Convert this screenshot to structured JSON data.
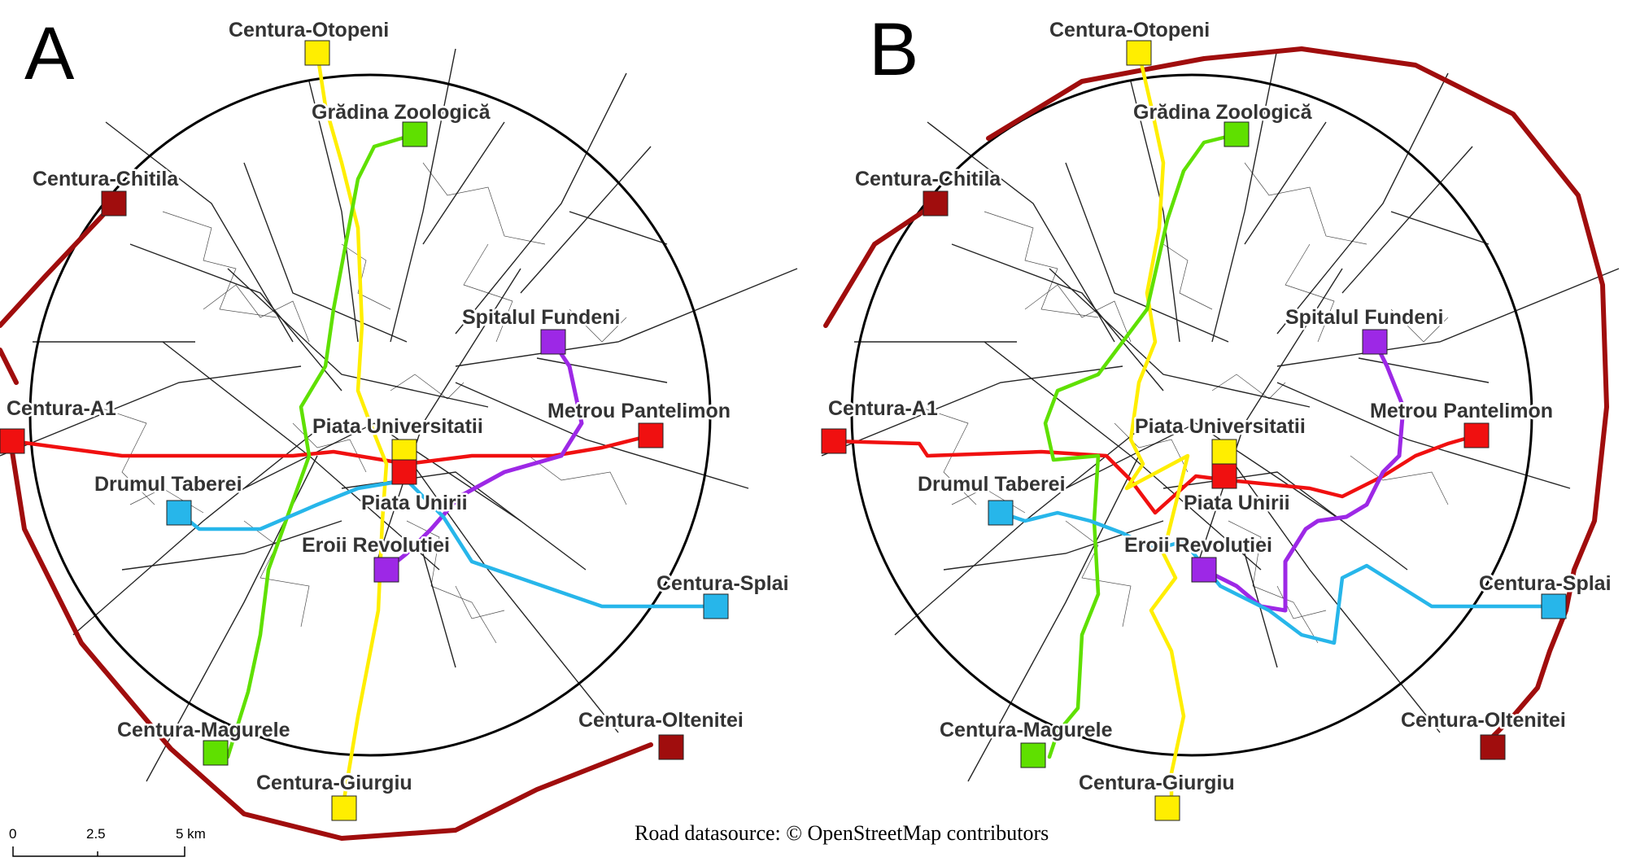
{
  "panels": [
    {
      "letter": "A"
    },
    {
      "letter": "B"
    }
  ],
  "stations": [
    {
      "id": "otopeni",
      "label": "Centura-Otopeni",
      "color": "#ffee00"
    },
    {
      "id": "zoo",
      "label": "Grădina Zoologică",
      "color": "#5fe000"
    },
    {
      "id": "chitila",
      "label": "Centura-Chitila",
      "color": "#a00d0d"
    },
    {
      "id": "fundeni",
      "label": "Spitalul Fundeni",
      "color": "#9d28e6"
    },
    {
      "id": "a1",
      "label": "Centura-A1",
      "color": "#f01010"
    },
    {
      "id": "pantelimon",
      "label": "Metrou Pantelimon",
      "color": "#f01010"
    },
    {
      "id": "universitatii",
      "label": "Piata Universitatii",
      "color": "#ffee00"
    },
    {
      "id": "taberei",
      "label": "Drumul Taberei",
      "color": "#27b6ea"
    },
    {
      "id": "unirii",
      "label": "Piata Unirii",
      "color": "#f01010"
    },
    {
      "id": "eroii",
      "label": "Eroii Revolutiei",
      "color": "#9d28e6"
    },
    {
      "id": "splai",
      "label": "Centura-Splai",
      "color": "#27b6ea"
    },
    {
      "id": "magurele",
      "label": "Centura-Magurele",
      "color": "#5fe000"
    },
    {
      "id": "oltenitei",
      "label": "Centura-Oltenitei",
      "color": "#a00d0d"
    },
    {
      "id": "giurgiu",
      "label": "Centura-Giurgiu",
      "color": "#ffee00"
    }
  ],
  "scale_bar": {
    "tick0": "0",
    "tick1": "2.5",
    "tick2": "5 km"
  },
  "attribution": "Road datasource: © OpenStreetMap contributors",
  "colors": {
    "dark_red": "#a00d0d",
    "red": "#f01010",
    "yellow": "#ffee00",
    "green": "#5fe000",
    "purple": "#9d28e6",
    "blue": "#27b6ea",
    "roads": "#000000"
  }
}
